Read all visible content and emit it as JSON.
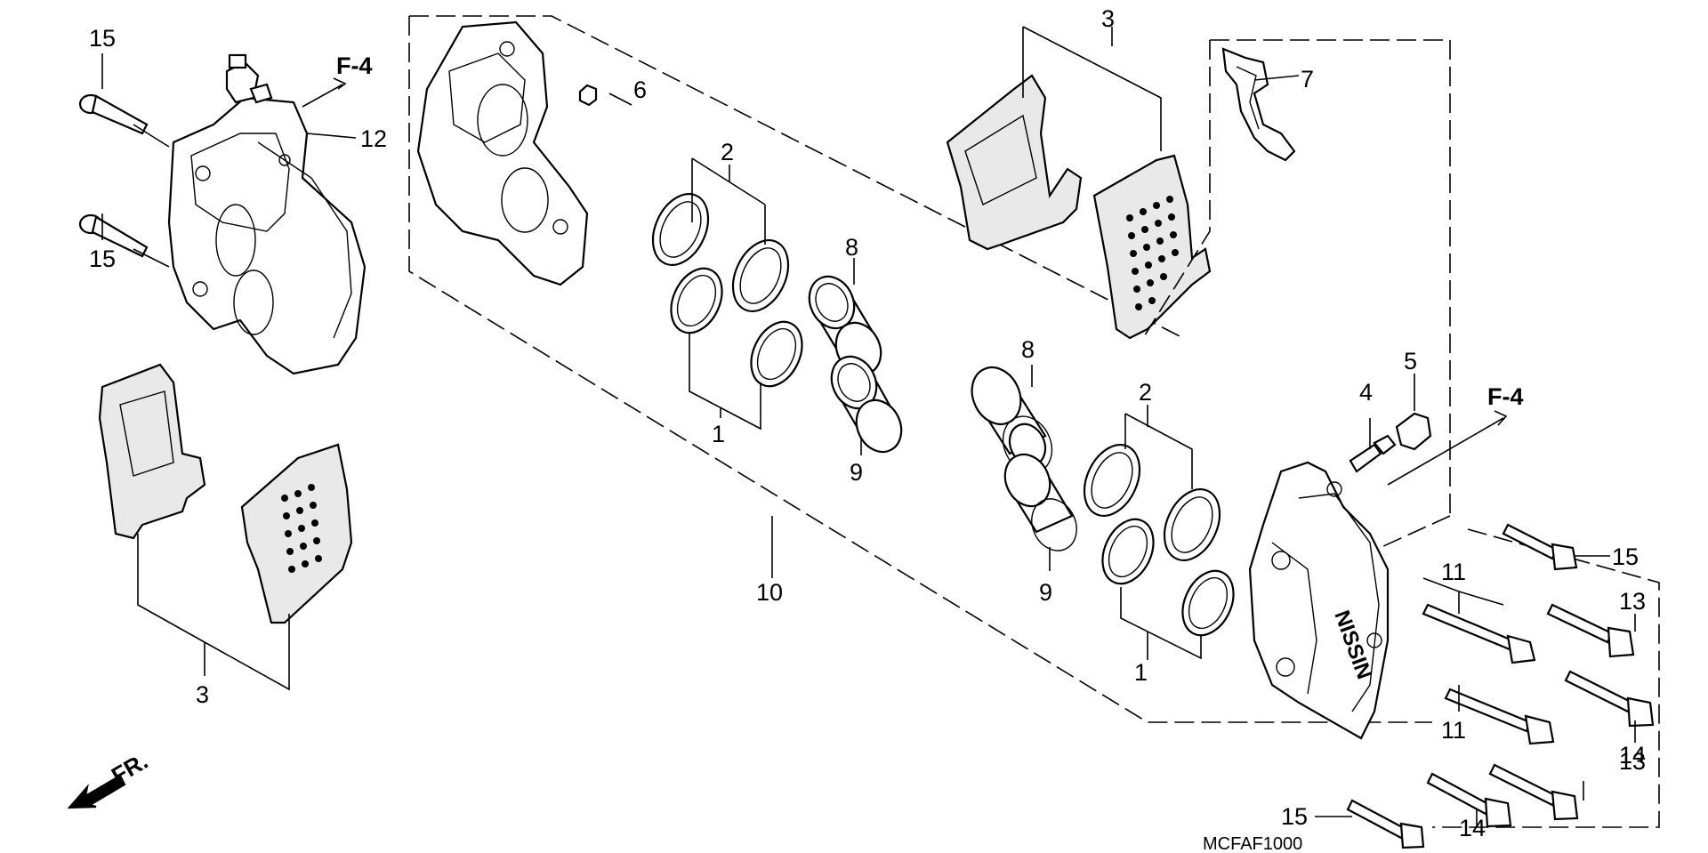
{
  "diagram": {
    "code": "MCFAF1000",
    "front_marker": "FR.",
    "ref_marker": "F-4",
    "callouts": {
      "c1a": "1",
      "c1b": "1",
      "c2a": "2",
      "c2b": "2",
      "c3a": "3",
      "c3b": "3",
      "c4": "4",
      "c5": "5",
      "c6": "6",
      "c7": "7",
      "c8a": "8",
      "c8b": "8",
      "c9a": "9",
      "c9b": "9",
      "c10": "10",
      "c11a": "11",
      "c11b": "11",
      "c12": "12",
      "c13a": "13",
      "c13b": "13",
      "c14a": "14",
      "c14b": "14",
      "c15a": "15",
      "c15b": "15",
      "c15c": "15",
      "c15d": "15"
    }
  }
}
